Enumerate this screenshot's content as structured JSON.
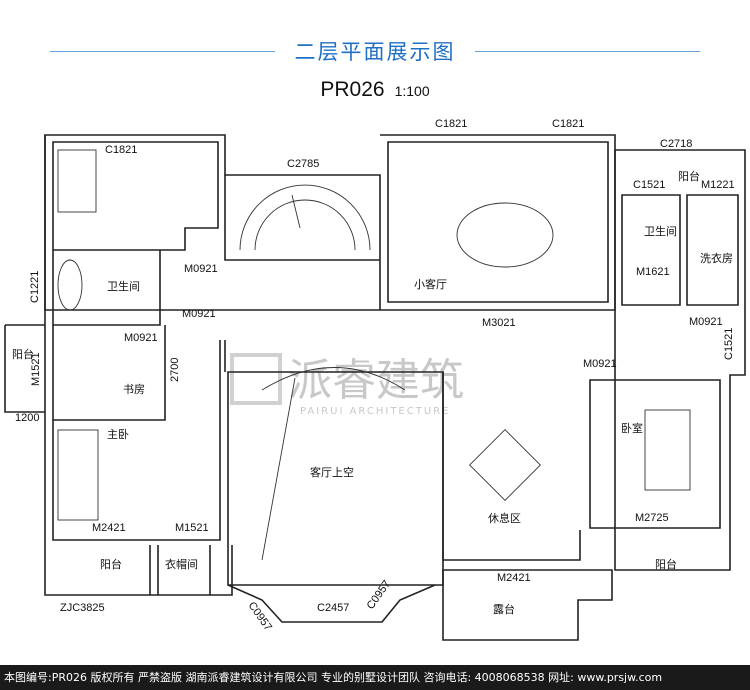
{
  "header": {
    "title": "二层平面展示图",
    "plan_code": "PR026",
    "scale": "1:100"
  },
  "rooms": {
    "bedroom_nw": "",
    "bathroom_w": "卫生间",
    "study": "书房",
    "master_bedroom": "主卧",
    "balcony_w": "阳台",
    "balcony_sw": "阳台",
    "cloakroom": "衣帽间",
    "living_void": "客厅上空",
    "small_living": "小客厅",
    "bathroom_e": "卫生间",
    "laundry": "洗衣房",
    "balcony_ne": "阳台",
    "lounge": "休息区",
    "bedroom_e": "卧室",
    "balcony_se": "阳台",
    "terrace": "露台"
  },
  "dimensions": {
    "c1821_nw": "C1821",
    "c2785": "C2785",
    "c1821_a": "C1821",
    "c1821_b": "C1821",
    "c2718": "C2718",
    "c1521_top": "C1521",
    "m1221": "M1221",
    "m0921_stair": "M0921",
    "c1221": "C1221",
    "m0921_bath": "M0921",
    "m0921_hall": "M0921",
    "m1521_v": "M1521",
    "d2700": "2700",
    "d1200": "1200",
    "m3021": "M3021",
    "m1621": "M1621",
    "m0921_e": "M0921",
    "c1521_e": "C1521",
    "m0921_bed": "M0921",
    "m2421_master": "M2421",
    "m1521_master": "M1521",
    "m2725": "M2725",
    "m2421_terrace": "M2421",
    "zjc3825": "ZJC3825",
    "c0957_l": "C0957",
    "c2457": "C2457",
    "c0957_r": "C0957"
  },
  "watermark": {
    "brand": "派睿建筑",
    "english": "PAIRUI ARCHITECTURE"
  },
  "footer": {
    "text": "本图编号:PR026 版权所有 严禁盗版 湖南派睿建筑设计有限公司 专业的别墅设计团队 咨询电话: 4008068538 网址: www.prsjw.com"
  },
  "colors": {
    "title": "#1f6fc4",
    "title_line": "#6aa0d8",
    "wall": "#222222",
    "footer_bg": "#1a1a1a"
  }
}
